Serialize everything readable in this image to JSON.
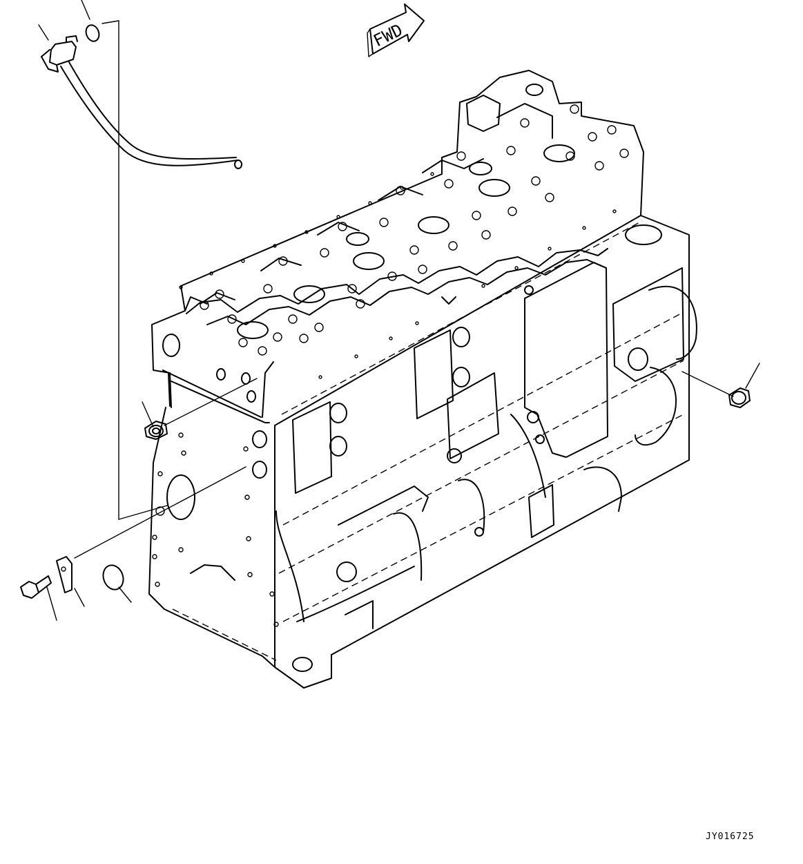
{
  "direction_label": "FWD",
  "drawing_id": "JY016725",
  "parts": [
    {
      "name": "oil-level-gauge-guide-tube"
    },
    {
      "name": "o-ring-upper"
    },
    {
      "name": "plug-rear-left"
    },
    {
      "name": "plug-right"
    },
    {
      "name": "o-ring-lower"
    },
    {
      "name": "clip"
    },
    {
      "name": "bolt"
    }
  ]
}
